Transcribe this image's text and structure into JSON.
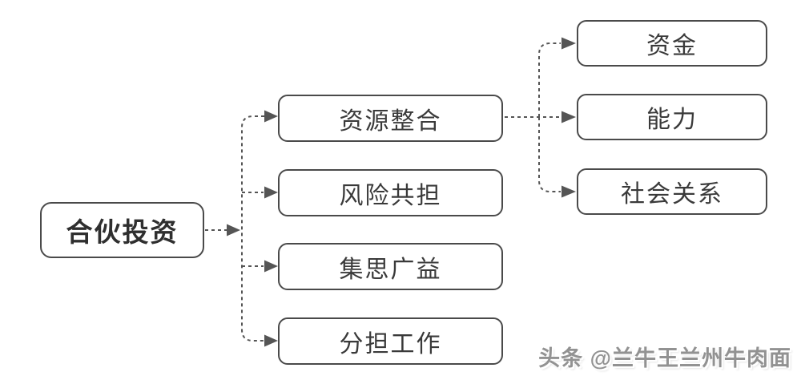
{
  "diagram": {
    "root": {
      "label": "合伙投资"
    },
    "level1": [
      {
        "label": "资源整合"
      },
      {
        "label": "风险共担"
      },
      {
        "label": "集思广益"
      },
      {
        "label": "分担工作"
      }
    ],
    "level2": [
      {
        "label": "资金"
      },
      {
        "label": "能力"
      },
      {
        "label": "社会关系"
      }
    ],
    "colors": {
      "background": "#ffffff",
      "border": "#4a4a4a",
      "line": "#555555",
      "text": "#3a3a3a"
    }
  },
  "watermark": {
    "text": "头条 @兰牛王兰州牛肉面"
  }
}
